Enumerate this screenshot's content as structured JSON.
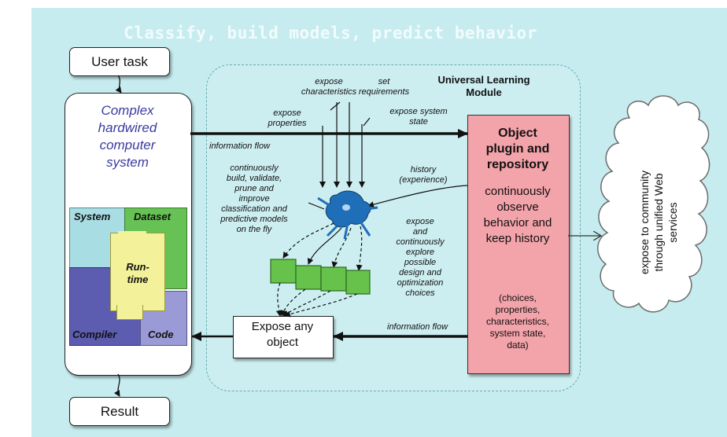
{
  "title": "Classify, build models, predict behavior",
  "user_task": "User task",
  "result": "Result",
  "complex_system": [
    "Complex",
    "hardwired",
    "computer",
    "system"
  ],
  "layers": {
    "system": "System",
    "dataset": "Dataset",
    "runtime": [
      "Run-",
      "time"
    ],
    "compiler": "Compiler",
    "code": "Code"
  },
  "module_title": [
    "Universal Learning",
    "Module"
  ],
  "inputs": {
    "expose_characteristics": [
      "expose",
      "characteristics"
    ],
    "set_requirements": [
      "set",
      "requirements"
    ],
    "expose_properties": [
      "expose",
      "properties"
    ],
    "expose_system_state": [
      "expose system",
      "state"
    ]
  },
  "information_flow_top": "information flow",
  "information_flow_bottom": "information flow",
  "continuously_build": [
    "continuously",
    "build, validate,",
    "prune and",
    "improve",
    "classification and",
    "predictive models",
    "on the fly"
  ],
  "history": [
    "history",
    "(experience)"
  ],
  "expose_explore": [
    "expose",
    "and",
    "continuously",
    "explore",
    "possible",
    "design and",
    "optimization",
    "choices"
  ],
  "plugin": {
    "title": [
      "Object",
      "plugin and",
      "repository"
    ],
    "body": [
      "continuously",
      "observe",
      "behavior and",
      "keep history"
    ],
    "details": [
      "(choices,",
      "properties,",
      "characteristics,",
      "system state,",
      "data)"
    ]
  },
  "expose_any_object": [
    "Expose any",
    "object"
  ],
  "cloud_text": [
    "expose to community",
    "through unified Web",
    "services"
  ],
  "colors": {
    "background": "#c6ecef",
    "plugin_fill": "#f3a3aa",
    "system": "#a8dde3",
    "dataset": "#67c255",
    "runtime": "#f3f29a",
    "compiler": "#5c5cb0",
    "code": "#9a9ad6",
    "model_box": "#66c24a",
    "neuron": "#1f6fb8",
    "complex_text": "#3a3aa0"
  }
}
